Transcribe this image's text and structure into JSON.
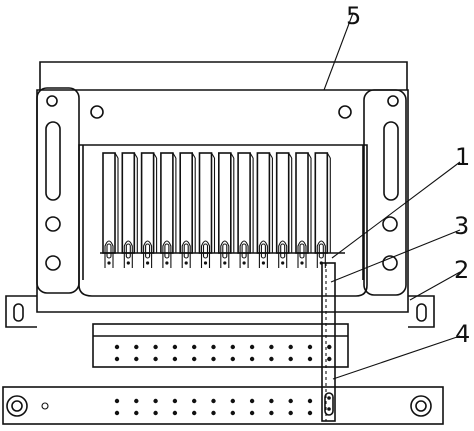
{
  "figure": {
    "labels": [
      {
        "id": "label-1",
        "text": "1"
      },
      {
        "id": "label-2",
        "text": "2"
      },
      {
        "id": "label-3",
        "text": "3"
      },
      {
        "id": "label-4",
        "text": "4"
      },
      {
        "id": "label-5",
        "text": "5"
      }
    ],
    "contact_finger_count": 12,
    "top_hole_rows": 2,
    "top_holes_per_row": 12,
    "bottom_hole_rows": 2,
    "bottom_holes_per_row": 11,
    "colors": {
      "line": "#111111",
      "background": "#ffffff"
    }
  }
}
